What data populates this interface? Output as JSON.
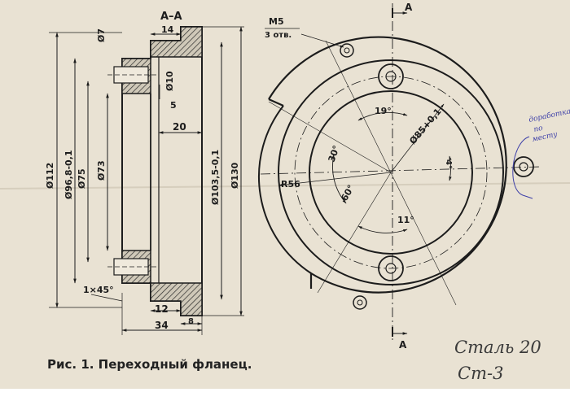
{
  "section": {
    "title": "А–А",
    "marker": "А"
  },
  "dims_section": {
    "w14": "14",
    "d7": "Ø7",
    "d10": "Ø10",
    "w5": "5",
    "w20": "20",
    "d112": "Ø112",
    "d968": "Ø96,8-0,1",
    "d75": "Ø75",
    "d73": "Ø73",
    "d1035": "Ø103,5-0,1",
    "d130": "Ø130",
    "chamfer": "1×45°",
    "w12": "12",
    "w34": "34",
    "w8": "8"
  },
  "dims_plan": {
    "thread": "M5",
    "holes": "3 отв.",
    "angle19": "19°",
    "d85": "Ø85+0,1",
    "angle30": "30°",
    "angle60": "60°",
    "angle11": "11°",
    "angle4": "4°",
    "r56": "R56"
  },
  "note": {
    "line1": "доработка",
    "line2": "по",
    "line3": "месту"
  },
  "caption": "Рис. 1. Переходный фланец.",
  "material": {
    "line1": "Сталь 20",
    "line2": "Ст-3"
  },
  "colors": {
    "paper": "#e9e2d3",
    "ink": "#1c1c1c",
    "pen": "#3d3fa8"
  }
}
